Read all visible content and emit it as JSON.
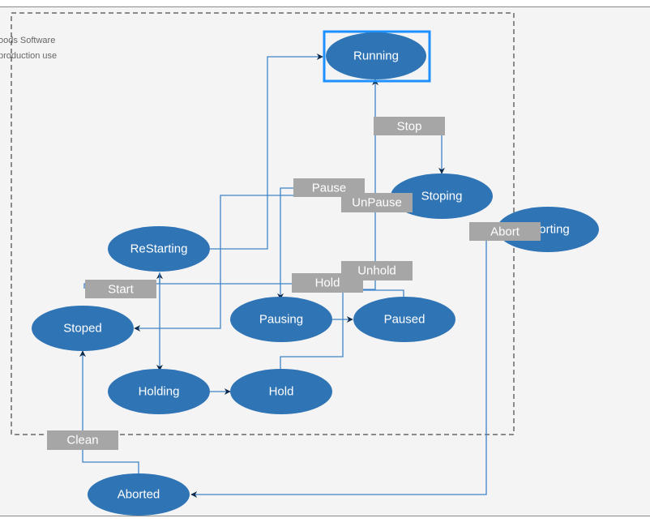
{
  "watermark": {
    "line1": "oods Software",
    "line2": "production use"
  },
  "colors": {
    "node_fill": "#2f74b5",
    "node_text": "#ffffff",
    "edge": "#3f84c8",
    "label_fill": "#a6a6a6",
    "selection": "#1e90ff",
    "background": "#f4f4f4"
  },
  "nodes": {
    "running": "Running",
    "stoping": "Stoping",
    "aborting": "orting",
    "restarting": "ReStarting",
    "stoped": "Stoped",
    "pausing": "Pausing",
    "paused": "Paused",
    "holding": "Holding",
    "hold": "Hold",
    "aborted": "Aborted"
  },
  "edge_labels": {
    "stop": "Stop",
    "pause": "Pause",
    "unpause": "UnPause",
    "abort": "Abort",
    "start": "Start",
    "hold": "Hold",
    "unhold": "Unhold",
    "clean": "Clean"
  }
}
